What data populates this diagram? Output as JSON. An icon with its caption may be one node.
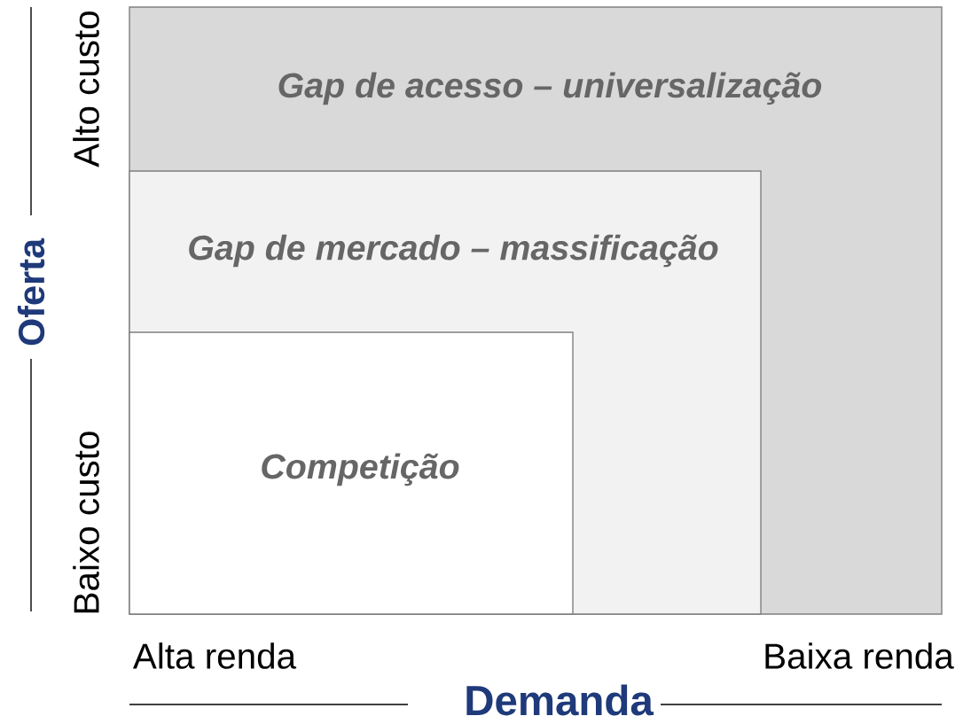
{
  "diagram": {
    "nodes": [
      {
        "text": [
          "Gap de acesso – universalização"
        ]
      },
      {
        "text": [
          "Gap de mercado – massificação"
        ],
        "in": 0
      },
      {
        "text": [
          "Competição"
        ],
        "in": 1
      }
    ],
    "labels": [
      "Alto custo",
      "Oferta",
      "Baixo custo",
      "Alta renda",
      "Baixa renda",
      "Demanda"
    ]
  }
}
